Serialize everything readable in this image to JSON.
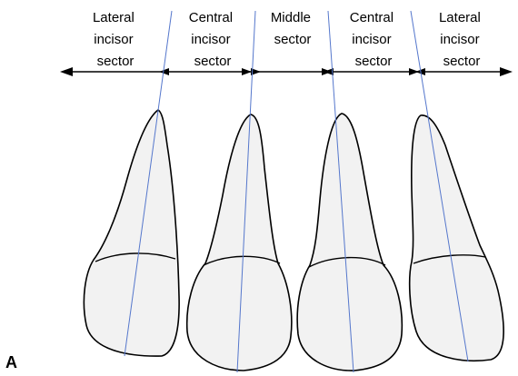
{
  "figure": {
    "panel_letter": "A",
    "sectors": [
      {
        "lines": [
          "Lateral",
          "incisor",
          "sector"
        ]
      },
      {
        "lines": [
          "Central",
          "incisor",
          "sector"
        ]
      },
      {
        "lines": [
          "Middle",
          "sector"
        ]
      },
      {
        "lines": [
          "Central",
          "incisor",
          "sector"
        ]
      },
      {
        "lines": [
          "Lateral",
          "incisor",
          "sector"
        ]
      }
    ],
    "teeth": [
      {
        "name": "Lateral incisor"
      },
      {
        "name": "Central incisor"
      },
      {
        "name": "Central incisor"
      },
      {
        "name": "Lateral incisor"
      }
    ],
    "colors": {
      "outline": "#000000",
      "tooth_fill": "#f2f2f2",
      "axis_line": "#5577cc"
    }
  }
}
